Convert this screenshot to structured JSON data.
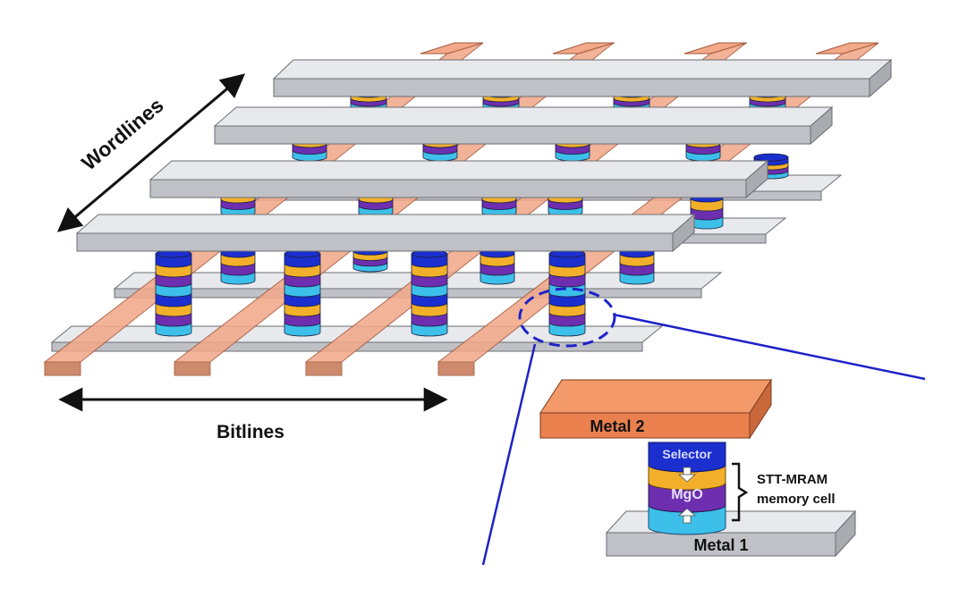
{
  "labels": {
    "wordlines": "Wordlines",
    "bitlines": "Bitlines",
    "metal2": "Metal 2",
    "metal1": "Metal 1",
    "selector": "Selector",
    "mgo": "MgO",
    "cell_line1": "STT-MRAM",
    "cell_line2": "memory cell"
  },
  "colors": {
    "copper_top": "#f2a98a",
    "copper_side": "#d98a68",
    "copper_front": "#c77a58",
    "copper_edge": "#a5583a",
    "metal_top": "#e8e9ec",
    "metal_front": "#bfc1c6",
    "metal_side": "#a9abb0",
    "metal_edge": "#6b6d72",
    "metal2_top": "#f3996a",
    "metal2_front": "#e9804e",
    "metal2_side": "#c9683b",
    "selector": "#1b2fcf",
    "free_layer": "#f2b02a",
    "mgo": "#6d2fb0",
    "ref_layer": "#3cc0ea",
    "leader_line": "#1d22c9"
  },
  "icons": [
    "double-arrow-icon",
    "spin-arrow-up-icon",
    "spin-arrow-down-icon",
    "brace-icon"
  ]
}
